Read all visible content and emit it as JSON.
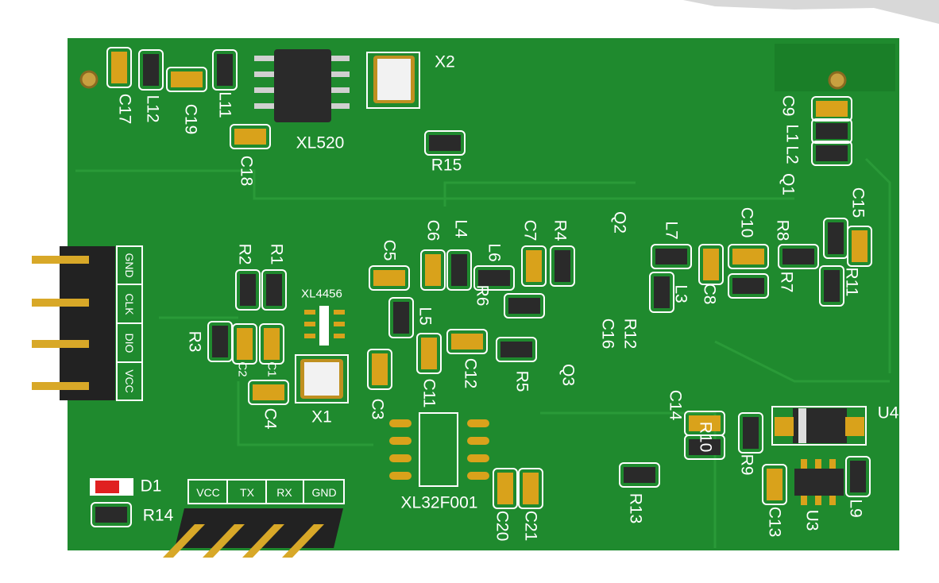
{
  "board": {
    "color": "#1f8a2e",
    "silk": "#ffffff",
    "pad": "#d9a21b",
    "ic": "#2a2a2a"
  },
  "labels": {
    "c17": "C17",
    "l12": "L12",
    "c19": "C19",
    "l11": "L11",
    "c18": "C18",
    "xl520": "XL520",
    "x2": "X2",
    "r15": "R15",
    "c9": "C9",
    "l1": "L1",
    "l2": "L2",
    "q1": "Q1",
    "c15": "C15",
    "r8": "R8",
    "r7": "R7",
    "r11": "R11",
    "c10": "C10",
    "l7": "L7",
    "l3": "L3",
    "c8": "C8",
    "q2": "Q2",
    "r12": "R12",
    "c16": "C16",
    "q3": "Q3",
    "r5": "R5",
    "c12": "C12",
    "c11": "C11",
    "l5": "L5",
    "r6": "R6",
    "l6": "L6",
    "c6": "C6",
    "l4": "L4",
    "c7": "C7",
    "r4": "R4",
    "c5": "C5",
    "r2": "R2",
    "r1": "R1",
    "xl4456": "XL4456",
    "r3": "R3",
    "c2": "C2",
    "c1": "C1",
    "c4": "C4",
    "x1": "X1",
    "c3": "C3",
    "xl32f001": "XL32F001",
    "c20": "C20",
    "c21": "C21",
    "r13": "R13",
    "c14": "C14",
    "r10": "R10",
    "r9": "R9",
    "u4": "U4",
    "c13": "C13",
    "u3": "U3",
    "l9": "L9",
    "d1": "D1",
    "r14": "R14"
  },
  "header_left": [
    "GND",
    "CLK",
    "DIO",
    "VCC"
  ],
  "header_bottom": [
    "VCC",
    "TX",
    "RX",
    "GND"
  ]
}
